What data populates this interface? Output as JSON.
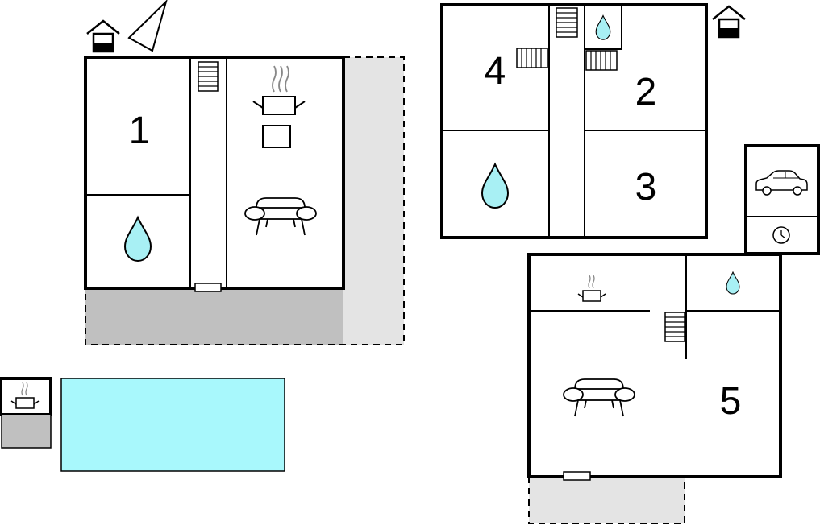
{
  "room_numbers": {
    "r1": "1",
    "r2": "2",
    "r3": "3",
    "r4": "4",
    "r5": "5"
  },
  "colors": {
    "water": "#a8f0f4",
    "pool": "#a8f8fc",
    "terrace_dark": "#c0c0c0",
    "terrace_light": "#e4e4e4",
    "wall": "#000000"
  },
  "icons": [
    "house-icon",
    "compass-north-icon",
    "stairs-icon",
    "cooking-pot-icon",
    "water-drop-icon",
    "sofa-icon",
    "car-icon",
    "clock-icon",
    "swimming-pool"
  ]
}
